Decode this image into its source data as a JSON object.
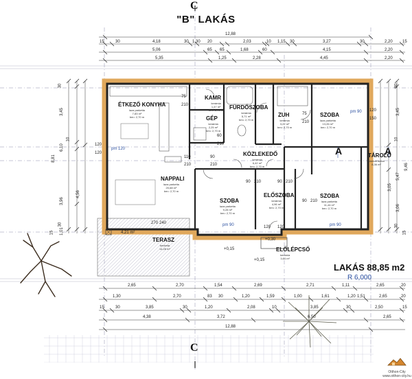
{
  "title": "\"B\" LAKÁS",
  "section_marks": [
    "C",
    "C"
  ],
  "summary": {
    "label": "LAKÁS 88,85 m2",
    "r_value": "R 6,000"
  },
  "marker_a": [
    "A",
    "A"
  ],
  "rooms": {
    "etkezo": {
      "name": "ÉTKEZŐ KONYHA",
      "info": "laza parketta\n7,83 m²\nbm= 2,70 m"
    },
    "kamr": {
      "name": "KAMR",
      "info": "kerámia\n1,47 m²\nbm= 2,70 m"
    },
    "gep": {
      "name": "GÉP",
      "info": "kerámia\n2,25 m²\nbm= 2,70 m"
    },
    "furdo": {
      "name": "FÜRDŐSZOBA",
      "info": "kerámia\n5,71 m²\nbm= 2,70 m"
    },
    "zuh": {
      "name": "ZUH",
      "info": "kerámia\n3,22 m²\nbm= 2,70 m"
    },
    "szoba1": {
      "name": "SZOBA",
      "info": "laza parketta\n13,26 m²\nbm= 2,70 m"
    },
    "nappali": {
      "name": "NAPPALI",
      "info": "laza parketta\n20,68 m²\nbm= 2,70 m"
    },
    "kozlekedo": {
      "name": "KÖZLEKEDŐ",
      "info": "kerámia\n6,42 m²\nbm= 2,70 m"
    },
    "szoba2": {
      "name": "SZOBA",
      "info": "laza parketta\n9,28 m²\nbm= 2,70 m"
    },
    "eloszoba": {
      "name": "ELŐSZOBA",
      "info": "kerámia\n4,96 m²\nbm= 2,70 m"
    },
    "szoba3": {
      "name": "SZOBA",
      "info": "laza parketta\n11,44 m²\nbm= 2,70 m"
    },
    "tarolo": {
      "name": "TÁROLÓ",
      "info": "simított beton\n8,36 m²"
    },
    "terasz": {
      "name": "TERASZ",
      "info": "kerámia\n14,28 m²"
    },
    "elolepcso": {
      "name": "ELŐLÉPCSŐ",
      "info": "kerámia\n3,64 m²"
    }
  },
  "dims_top": [
    {
      "t": "12,88"
    },
    {
      "t": "15"
    },
    {
      "t": "30"
    },
    {
      "t": "4,18"
    },
    {
      "t": "30"
    },
    {
      "t": "1,30"
    },
    {
      "t": "20"
    },
    {
      "t": "2,03"
    },
    {
      "t": "10"
    },
    {
      "t": "1,15"
    },
    {
      "t": "30"
    },
    {
      "t": "3,27"
    },
    {
      "t": "30"
    },
    {
      "t": "2,20"
    },
    {
      "t": "15"
    },
    {
      "t": "5,06"
    },
    {
      "t": "65"
    },
    {
      "t": "65"
    },
    {
      "t": "1,68"
    },
    {
      "t": "60"
    },
    {
      "t": "4,15"
    },
    {
      "t": "2,20"
    },
    {
      "t": "5,35"
    },
    {
      "t": "1,25"
    },
    {
      "t": "2,28"
    },
    {
      "t": "4,45"
    },
    {
      "t": "2,20"
    }
  ],
  "dims_bottom": [
    {
      "t": "2,65"
    },
    {
      "t": "2,70"
    },
    {
      "t": "1,54"
    },
    {
      "t": "2,69"
    },
    {
      "t": "2,71"
    },
    {
      "t": "1,11"
    },
    {
      "t": "2,65"
    },
    {
      "t": "20"
    },
    {
      "t": "1,30"
    },
    {
      "t": "2,70"
    },
    {
      "t": "83"
    },
    {
      "t": "30"
    },
    {
      "t": "1,20"
    },
    {
      "t": "1,59"
    },
    {
      "t": "1,00"
    },
    {
      "t": "1,61"
    },
    {
      "t": "1,20"
    },
    {
      "t": "1,51"
    },
    {
      "t": "2,65"
    },
    {
      "t": "20"
    },
    {
      "t": "15"
    },
    {
      "t": "30"
    },
    {
      "t": "3,85"
    },
    {
      "t": "30"
    },
    {
      "t": "1,20"
    },
    {
      "t": "2,08"
    },
    {
      "t": "10"
    },
    {
      "t": "3,85"
    },
    {
      "t": "30"
    },
    {
      "t": "2,50"
    },
    {
      "t": "15"
    },
    {
      "t": "4,38"
    },
    {
      "t": "3,72"
    },
    {
      "t": "6,50"
    },
    {
      "t": "2,65"
    },
    {
      "t": "12,88"
    }
  ],
  "dims_left": [
    {
      "t": "30"
    },
    {
      "t": "3,45"
    },
    {
      "t": "10"
    },
    {
      "t": "6,10"
    },
    {
      "t": "8,81"
    },
    {
      "t": "4,56"
    },
    {
      "t": "3,96"
    },
    {
      "t": "30"
    },
    {
      "t": "1,01"
    },
    {
      "t": "15"
    }
  ],
  "dims_right": [
    {
      "t": "30"
    },
    {
      "t": "3,45"
    },
    {
      "t": "10"
    },
    {
      "t": "5,47"
    },
    {
      "t": "3,06"
    },
    {
      "t": "9,46"
    },
    {
      "t": "3,05"
    },
    {
      "t": "30"
    },
    {
      "t": "15"
    }
  ],
  "door_labels": [
    {
      "t": "75"
    },
    {
      "t": "210"
    },
    {
      "t": "60"
    },
    {
      "t": "210"
    },
    {
      "t": "75"
    },
    {
      "t": "210"
    },
    {
      "t": "pm 90"
    },
    {
      "t": "120"
    },
    {
      "t": "150"
    },
    {
      "t": "120"
    },
    {
      "t": "120"
    },
    {
      "t": "pm 120"
    },
    {
      "t": "110"
    },
    {
      "t": "210"
    },
    {
      "t": "90"
    },
    {
      "t": "210"
    },
    {
      "t": "90"
    },
    {
      "t": "210"
    },
    {
      "t": "90"
    },
    {
      "t": "210"
    },
    {
      "t": "90"
    },
    {
      "t": "210"
    },
    {
      "t": "pm 90"
    },
    {
      "t": "pm 90"
    },
    {
      "t": "270"
    },
    {
      "t": "240"
    },
    {
      "t": "120"
    },
    {
      "t": "120"
    },
    {
      "t": "+0,15"
    },
    {
      "t": "+0,30"
    },
    {
      "t": "+0,15"
    },
    {
      "t": "4,21 m²"
    }
  ],
  "logo": {
    "name": "Otthon-City",
    "url": "www.otthon-city.hu"
  }
}
